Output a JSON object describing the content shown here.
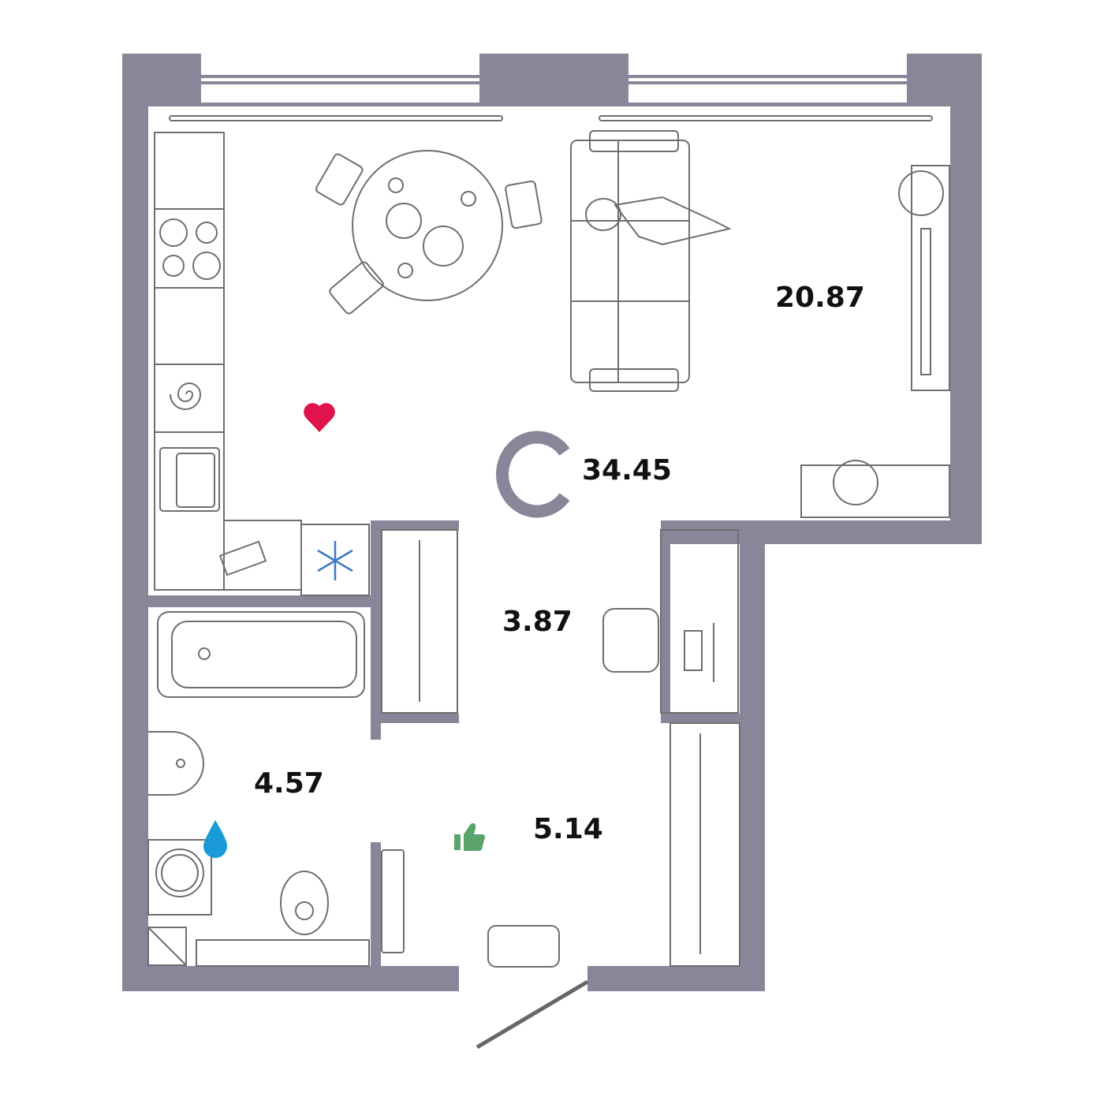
{
  "logo": {
    "letter": "C"
  },
  "rooms": {
    "living_area": "20.87",
    "total_area": "34.45",
    "wardrobe_area": "3.87",
    "bathroom_area": "4.57",
    "hall_area": "5.14"
  },
  "colors": {
    "wall": "#888699",
    "heart": "#e0144c",
    "snow": "#3a78c2",
    "drop": "#1a9ad6",
    "thumb": "#5aa36a"
  },
  "icons": [
    "heart-icon",
    "snowflake-icon",
    "water-drop-icon",
    "thumbs-up-icon"
  ]
}
